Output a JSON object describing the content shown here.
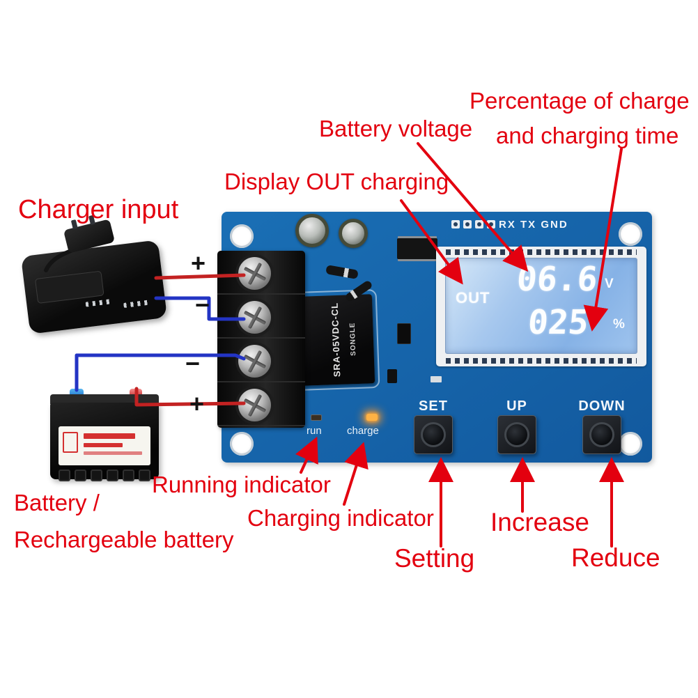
{
  "annotations": {
    "charger_input": "Charger input",
    "battery_voltage": "Battery voltage",
    "percentage_line1": "Percentage of charge",
    "percentage_line2": "and charging time",
    "display_out_charging": "Display OUT charging",
    "running_indicator": "Running indicator",
    "charging_indicator": "Charging indicator",
    "battery_line1": "Battery /",
    "battery_line2": "Rechargeable battery",
    "setting": "Setting",
    "increase": "Increase",
    "reduce": "Reduce"
  },
  "board": {
    "header_label": "RX TX GND",
    "lcd": {
      "mode": "OUT",
      "voltage_value": "06.6",
      "voltage_unit": "V",
      "percent_value": "025",
      "percent_unit": "%"
    },
    "buttons": [
      {
        "label": "SET"
      },
      {
        "label": "UP"
      },
      {
        "label": "DOWN"
      }
    ],
    "indicators": {
      "run": "run",
      "charge": "charge"
    },
    "relay": {
      "brand": "SONGLE",
      "model": "SRA-05VDC-CL"
    }
  },
  "wiring": {
    "charger_positive": "+",
    "charger_negative": "−",
    "battery_negative": "−",
    "battery_positive": "+"
  },
  "colors": {
    "annotation_red": "#e3000f",
    "pcb_blue": "#1464ab",
    "lcd_screen": "#8db8e8",
    "wire_red": "#c32222",
    "wire_blue": "#2334c4",
    "charge_led": "#ffb244"
  }
}
